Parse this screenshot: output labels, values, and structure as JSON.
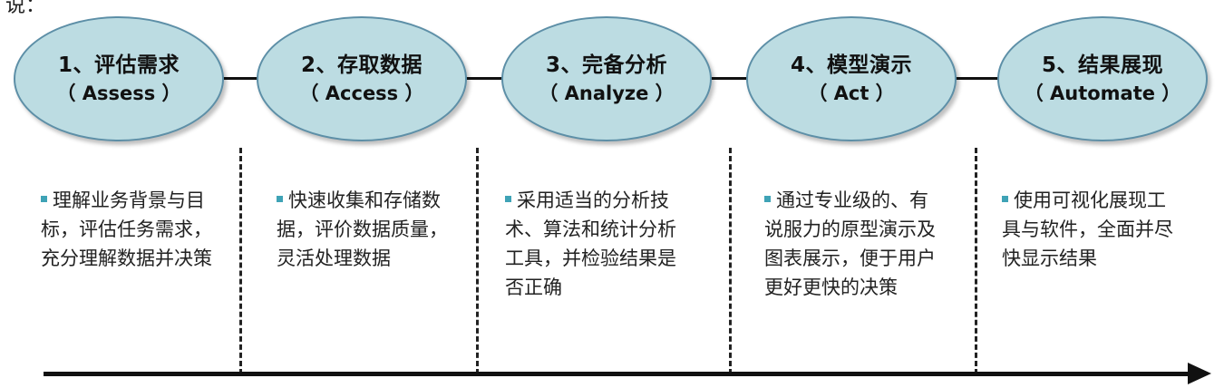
{
  "fragment_text": "说：",
  "stages": [
    {
      "title": "1、评估需求",
      "subtitle": "（ Assess ）",
      "description": "理解业务背景与目标，评估任务需求，充分理解数据并决策"
    },
    {
      "title": "2、存取数据",
      "subtitle": "（ Access ）",
      "description": "快速收集和存储数据，评价数据质量，灵活处理数据"
    },
    {
      "title": "3、完备分析",
      "subtitle": "（ Analyze ）",
      "description": "采用适当的分析技术、算法和统计分析工具，并检验结果是否正确"
    },
    {
      "title": "4、模型演示",
      "subtitle": "（ Act ）",
      "description": "通过专业级的、有说服力的原型演示及图表展示，便于用户更好更快的决策"
    },
    {
      "title": "5、结果展现",
      "subtitle": "（ Automate ）",
      "description": "使用可视化展现工具与软件，全面并尽快显示结果"
    }
  ],
  "colors": {
    "ellipse_fill": "#bcdce2",
    "ellipse_border": "#5d8fa7",
    "bullet": "#3fa3b6",
    "line": "#111111"
  },
  "icons": {
    "bullet": "square-bullet-icon",
    "arrow": "arrow-right-icon"
  }
}
